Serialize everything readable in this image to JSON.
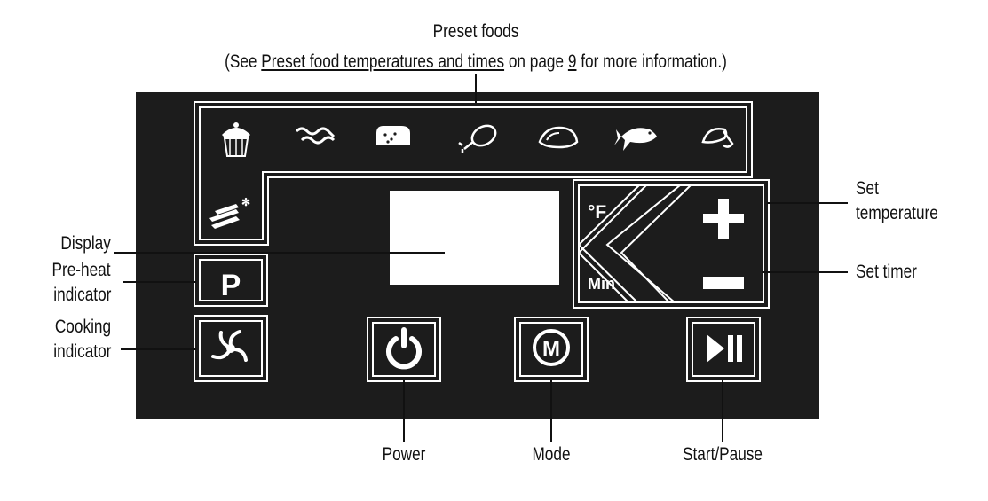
{
  "colors": {
    "panel": "#1c1c1c",
    "line": "#ffffff",
    "ink": "#111111",
    "display": "#ffffff"
  },
  "labels": {
    "preset_title": "Preset foods",
    "preset_note_prefix": "(See ",
    "preset_note_link": "Preset food temperatures and times",
    "preset_note_mid": " on page ",
    "preset_note_page": "9",
    "preset_note_suffix": " for more information.)",
    "display": "Display",
    "preheat_line1": "Pre-heat",
    "preheat_line2": "indicator",
    "cooking_line1": "Cooking",
    "cooking_line2": "indicator",
    "set_temp_line1": "Set",
    "set_temp_line2": "temperature",
    "set_timer": "Set timer",
    "power": "Power",
    "mode": "Mode",
    "start_pause": "Start/Pause"
  },
  "panel": {
    "unit_f": "°F",
    "unit_min": "Min",
    "preheat_letter": "P",
    "mode_letter": "M",
    "preset_icons": [
      "cupcake-icon",
      "bacon-icon",
      "bread-icon",
      "chicken-drumstick-icon",
      "steak-icon",
      "fish-icon",
      "chicken-wing-icon",
      "frozen-fries-icon"
    ]
  }
}
